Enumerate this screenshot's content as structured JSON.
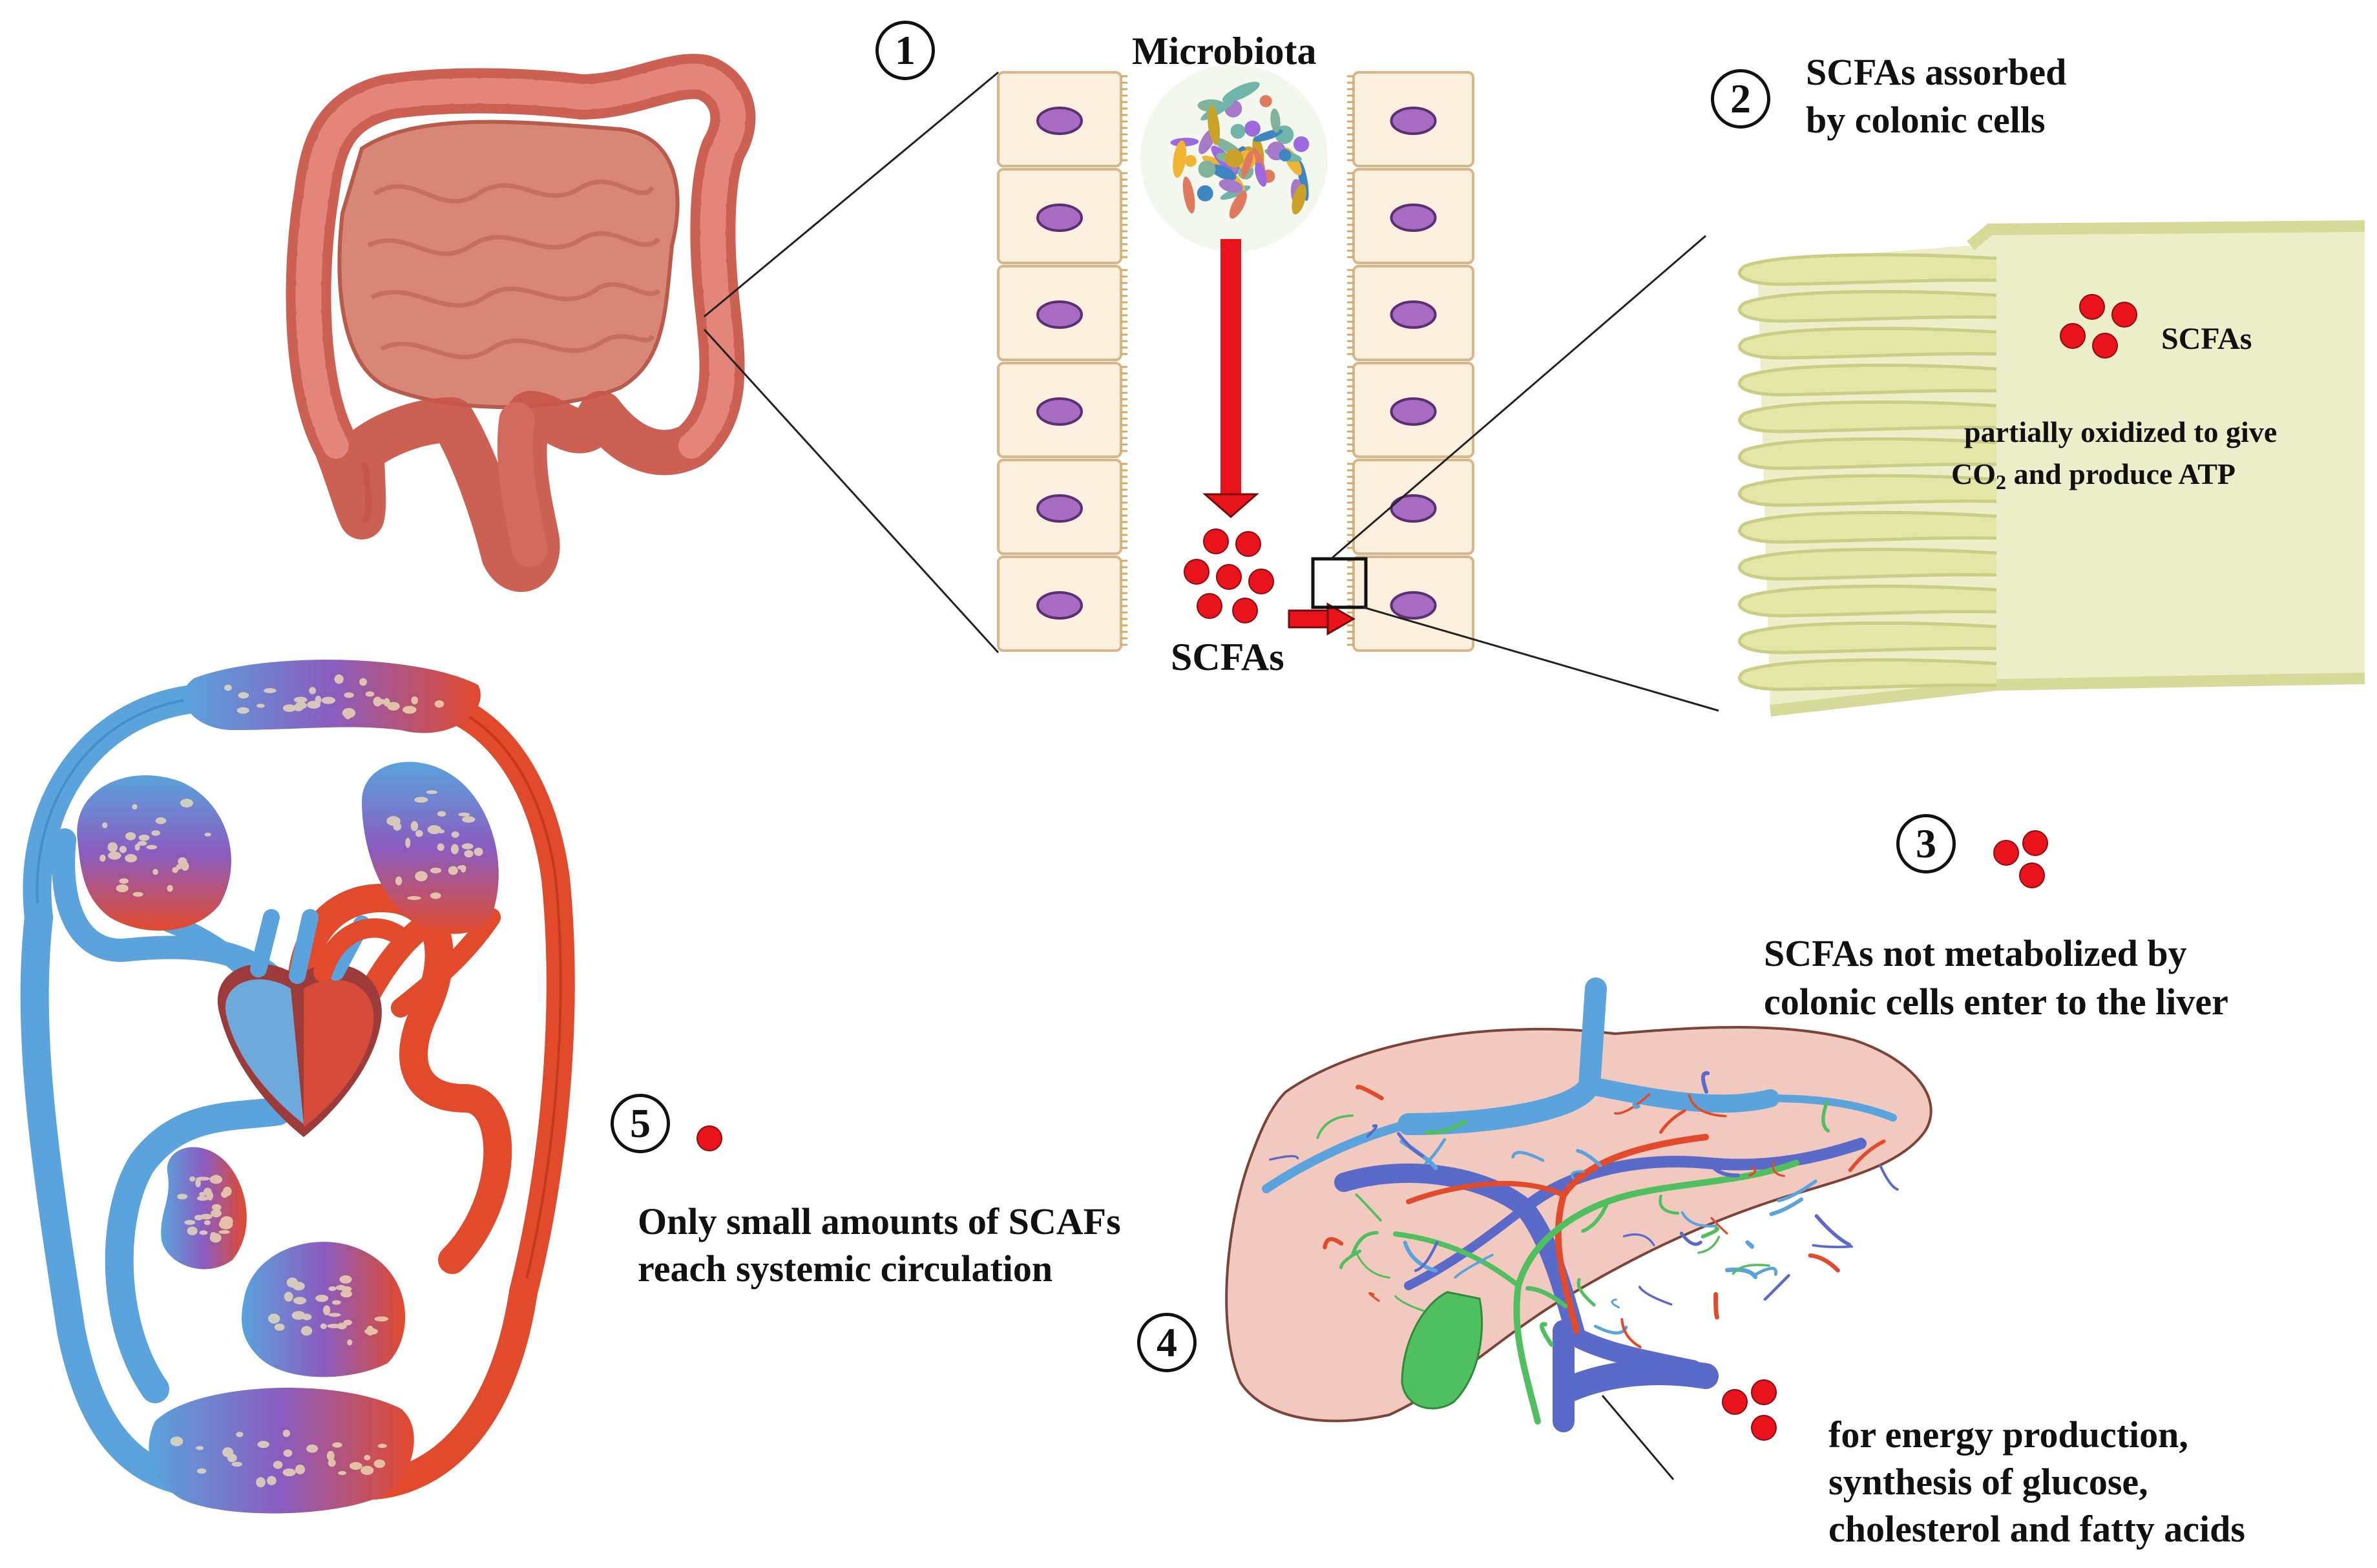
{
  "steps": {
    "s1": "1",
    "s2": "2",
    "s3": "3",
    "s4": "4",
    "s5": "5"
  },
  "labels": {
    "microbiota": "Microbiota",
    "scfas_lumen": "SCFAs",
    "step2_line1": "SCFAs assorbed",
    "step2_line2": "by colonic cells",
    "scfas_cell": "SCFAs",
    "oxidized_line1": "partially  oxidized  to give",
    "oxidized_co": "CO",
    "oxidized_sub": "2",
    "oxidized_rest": " and  produce  ATP",
    "step3_line1": "SCFAs not metabolized by",
    "step3_line2": "colonic cells enter to the liver",
    "step5_line1": "Only small amounts of SCAFs",
    "step5_line2": "reach systemic circulation",
    "step4_line1": "for energy production,",
    "step4_line2": "synthesis of glucose,",
    "step4_line3": "cholesterol and fatty acids"
  },
  "colors": {
    "scfa_red": "#e8131b",
    "colon": "#d86a5f",
    "cell_fill": "#fbf0de",
    "nucleus": "#a86bc2",
    "villi": "#e3e6a6",
    "artery": "#e24a2c",
    "vein": "#5aa3dc",
    "liver": "#f2c9bf",
    "gallbladder": "#4fbf5f"
  }
}
